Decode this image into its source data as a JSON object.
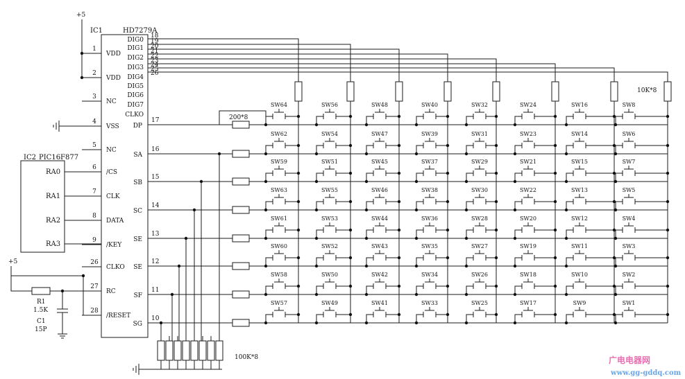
{
  "ic1": {
    "ref": "IC1",
    "part": "HD7279A",
    "left_pins": [
      {
        "num": "1",
        "name": "VDD"
      },
      {
        "num": "2",
        "name": "VDD"
      },
      {
        "num": "3",
        "name": "NC"
      },
      {
        "num": "4",
        "name": "VSS"
      },
      {
        "num": "5",
        "name": "NC"
      },
      {
        "num": "6",
        "name": "/CS"
      },
      {
        "num": "7",
        "name": "CLK"
      },
      {
        "num": "8",
        "name": "DATA"
      },
      {
        "num": "9",
        "name": "/KEY"
      },
      {
        "num": "26",
        "name": "CLKO"
      },
      {
        "num": "27",
        "name": "RC"
      },
      {
        "num": "28",
        "name": "/RESET"
      }
    ],
    "dig_pins": [
      {
        "num": "18",
        "name": "DIG0"
      },
      {
        "num": "19",
        "name": "DIG1"
      },
      {
        "num": "20",
        "name": "DIG2"
      },
      {
        "num": "21",
        "name": "DIG3"
      },
      {
        "num": "22",
        "name": "DIG4"
      },
      {
        "num": "23",
        "name": "DIG5"
      },
      {
        "num": "24",
        "name": "DIG6"
      },
      {
        "num": "25",
        "name": "DIG7"
      },
      {
        "num": "26",
        "name": "CLKO"
      }
    ],
    "seg_pins": [
      {
        "num": "17",
        "name": "DP"
      },
      {
        "num": "16",
        "name": "SA"
      },
      {
        "num": "15",
        "name": "SB"
      },
      {
        "num": "14",
        "name": "SC"
      },
      {
        "num": "13",
        "name": "SE"
      },
      {
        "num": "12",
        "name": "SE"
      },
      {
        "num": "11",
        "name": "SF"
      },
      {
        "num": "10",
        "name": "SG"
      }
    ]
  },
  "ic2": {
    "ref": "IC2",
    "part": "PIC16F877",
    "pins": [
      "RA0",
      "RA1",
      "RA2",
      "RA3"
    ]
  },
  "supply": {
    "top": "+5",
    "left": "+5"
  },
  "r1": {
    "ref": "R1",
    "value": "1.5K"
  },
  "c1": {
    "ref": "C1",
    "value": "15P"
  },
  "resistor_labels": {
    "series": "200*8",
    "pullup": "10K*8",
    "pulldown": "100K*8"
  },
  "switches": [
    [
      "SW64",
      "SW56",
      "SW48",
      "SW40",
      "SW32",
      "SW24",
      "SW16",
      "SW8"
    ],
    [
      "SW62",
      "SW54",
      "SW47",
      "SW39",
      "SW31",
      "SW23",
      "SW14",
      "SW6"
    ],
    [
      "SW59",
      "SW51",
      "SW45",
      "SW37",
      "SW29",
      "SW21",
      "SW15",
      "SW7"
    ],
    [
      "SW63",
      "SW55",
      "SW46",
      "SW38",
      "SW30",
      "SW22",
      "SW13",
      "SW5"
    ],
    [
      "SW61",
      "SW53",
      "SW44",
      "SW36",
      "SW28",
      "SW20",
      "SW12",
      "SW4"
    ],
    [
      "SW60",
      "SW52",
      "SW43",
      "SW35",
      "SW27",
      "SW19",
      "SW11",
      "SW3"
    ],
    [
      "SW58",
      "SW50",
      "SW42",
      "SW34",
      "SW26",
      "SW18",
      "SW10",
      "SW2"
    ],
    [
      "SW57",
      "SW49",
      "SW41",
      "SW33",
      "SW25",
      "SW17",
      "SW9",
      "SW1"
    ]
  ],
  "watermark": {
    "name": "广电电器网",
    "url": "www.gg-gddq.com"
  },
  "colors": {
    "line": "#1a1a1a",
    "background": "#ffffff",
    "watermark_top": "#e86fb0",
    "watermark_url": "#6aa6e6"
  }
}
